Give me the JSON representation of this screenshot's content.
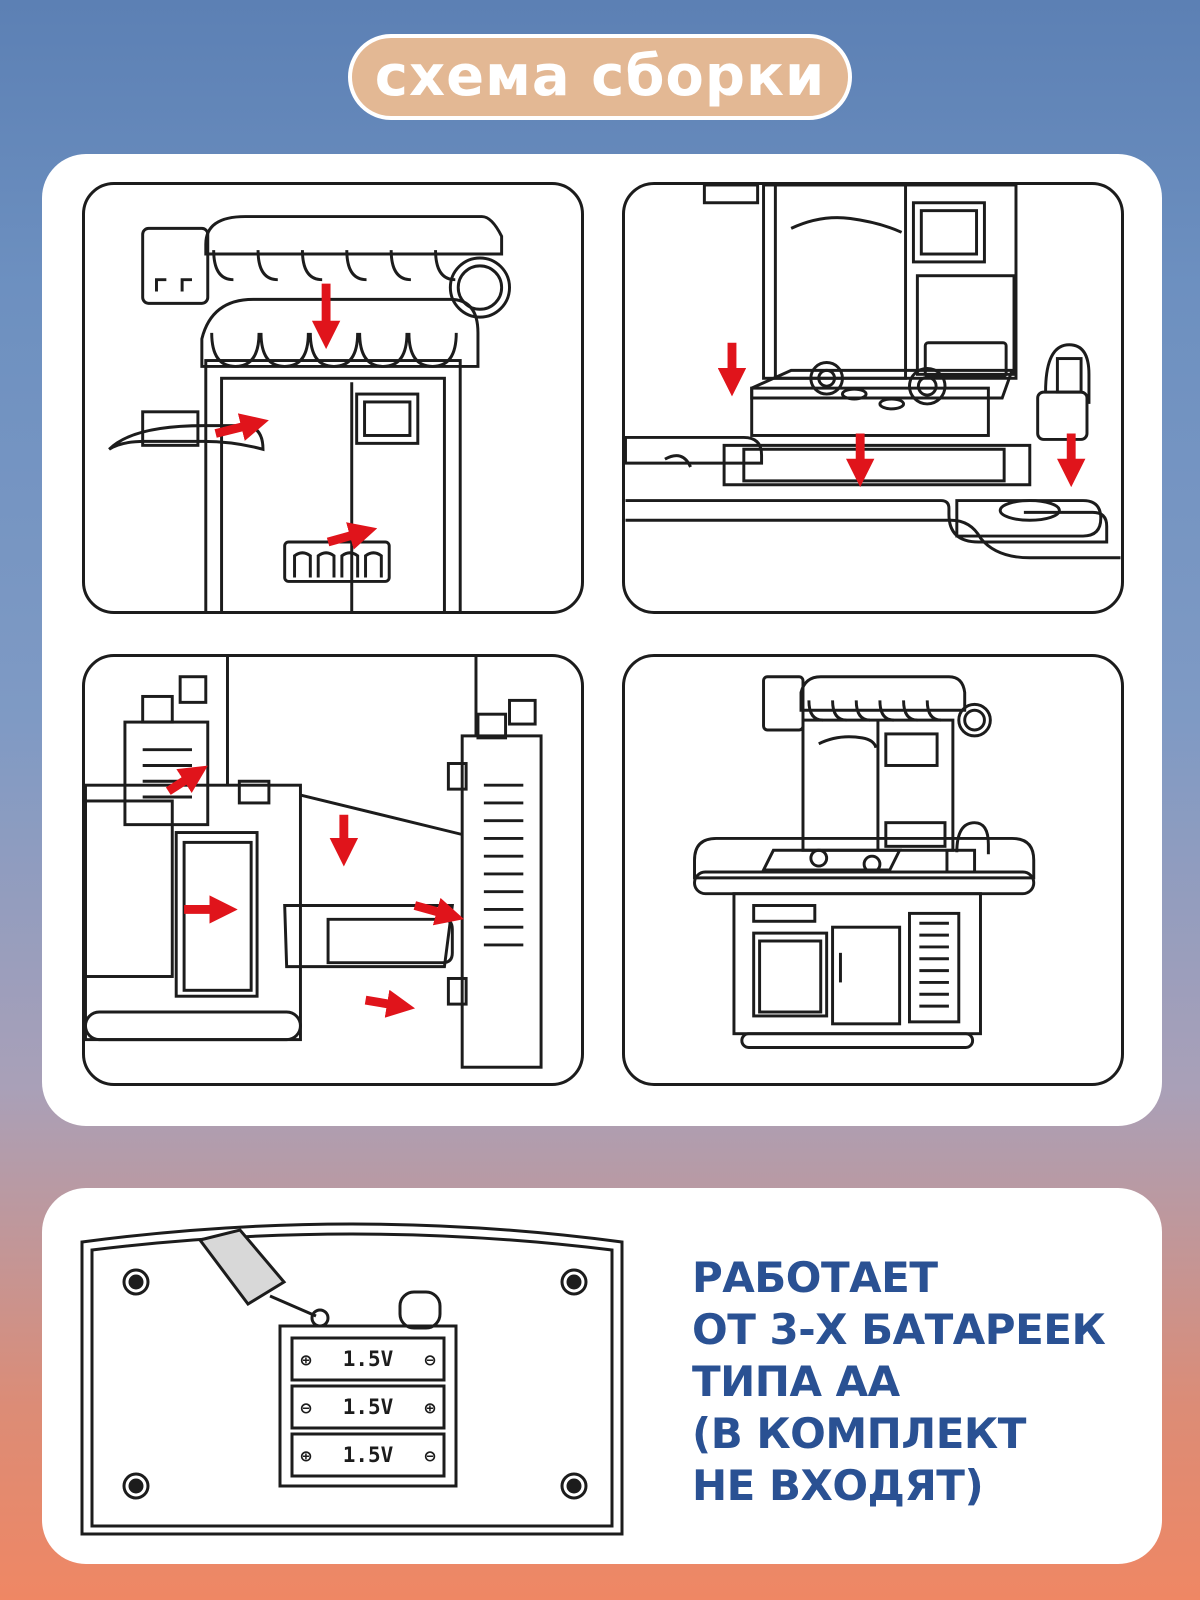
{
  "title": "схема сборки",
  "steps": [
    {
      "name": "attach-canopy-hook-and-shelf"
    },
    {
      "name": "attach-stove-and-sink"
    },
    {
      "name": "assemble-base-panels"
    },
    {
      "name": "assembled-kitchen"
    }
  ],
  "battery": {
    "cell_label": "1.5V",
    "note_lines": [
      "РАБОТАЕТ",
      "ОТ 3-Х БАТАРЕЕК",
      "ТИПА АА",
      "(В КОМПЛЕКТ",
      "НЕ ВХОДЯТ)"
    ]
  },
  "colors": {
    "arrow": "#e0141b",
    "line": "#1c1c1c",
    "title_pill": "#e3b894",
    "note_text": "#2a5193"
  }
}
